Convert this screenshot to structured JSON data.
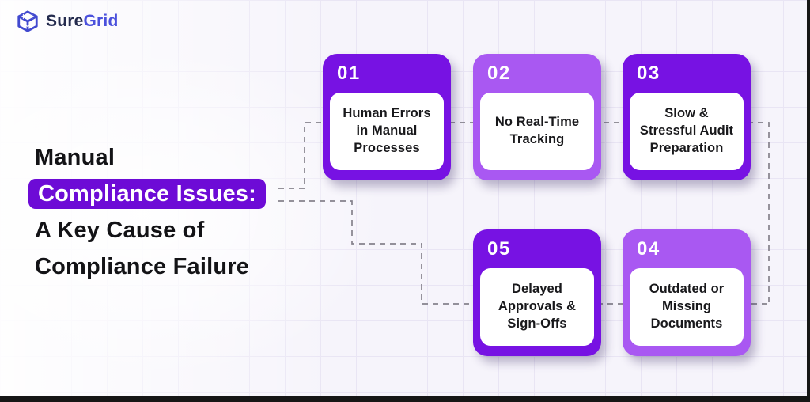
{
  "brand": {
    "name_primary": "Sure",
    "name_secondary": "Grid"
  },
  "title": {
    "line1": "Manual",
    "highlighted": "Compliance Issues:",
    "line2": "A Key Cause of",
    "line3": "Compliance Failure"
  },
  "cards": [
    {
      "number": "01",
      "label": "Human Errors in Manual Processes",
      "variant": "dark"
    },
    {
      "number": "02",
      "label": "No Real-Time Tracking",
      "variant": "light"
    },
    {
      "number": "03",
      "label": "Slow & Stressful Audit Preparation",
      "variant": "dark"
    },
    {
      "number": "05",
      "label": "Delayed Approvals & Sign-Offs",
      "variant": "dark"
    },
    {
      "number": "04",
      "label": "Outdated or Missing Documents",
      "variant": "light"
    }
  ],
  "colors": {
    "card_dark_purple": "#7712E3",
    "card_light_purple": "#A958F2",
    "highlight_purple": "#6D0BD6",
    "logo_navy": "#242B4E",
    "logo_indigo": "#4A50DC",
    "connector_gray": "#85828C",
    "background": "#F6F4FB"
  }
}
